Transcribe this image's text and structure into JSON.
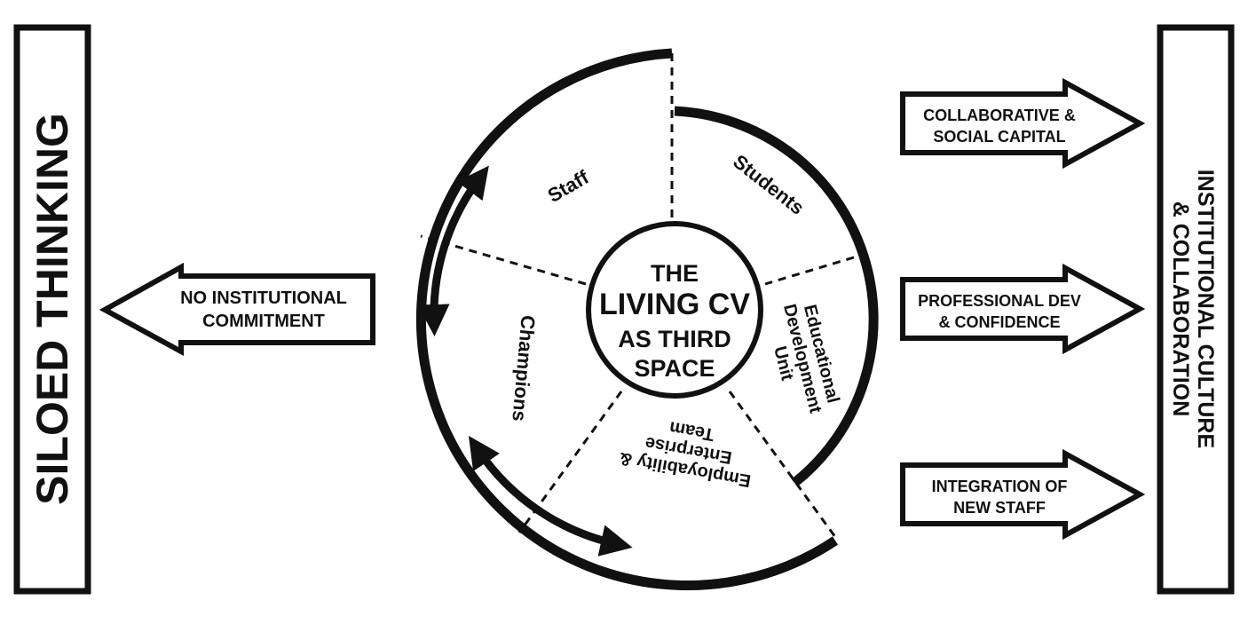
{
  "left_banner": {
    "label": "SILOED THINKING"
  },
  "right_banner": {
    "line1": "INSTITUTIONAL CULTURE",
    "line2": "& COLLABORATION"
  },
  "left_arrow": {
    "line1": "NO INSTITUTIONAL",
    "line2": "COMMITMENT"
  },
  "right_arrows": [
    {
      "line1": "COLLABORATIVE &",
      "line2": "SOCIAL CAPITAL"
    },
    {
      "line1": "PROFESSIONAL DEV",
      "line2": "& CONFIDENCE"
    },
    {
      "line1": "INTEGRATION OF",
      "line2": "NEW STAFF"
    }
  ],
  "center": {
    "line1": "THE",
    "line2": "LIVING CV",
    "line3": "AS THIRD",
    "line4": "SPACE"
  },
  "segments": {
    "staff": "Staff",
    "students": "Students",
    "edu_line1": "Educational",
    "edu_line2": "Development",
    "edu_line3": "Unit",
    "emp_line1": "Employability &",
    "emp_line2": "Enterprise",
    "emp_line3": "Team",
    "champions": "Champions"
  }
}
